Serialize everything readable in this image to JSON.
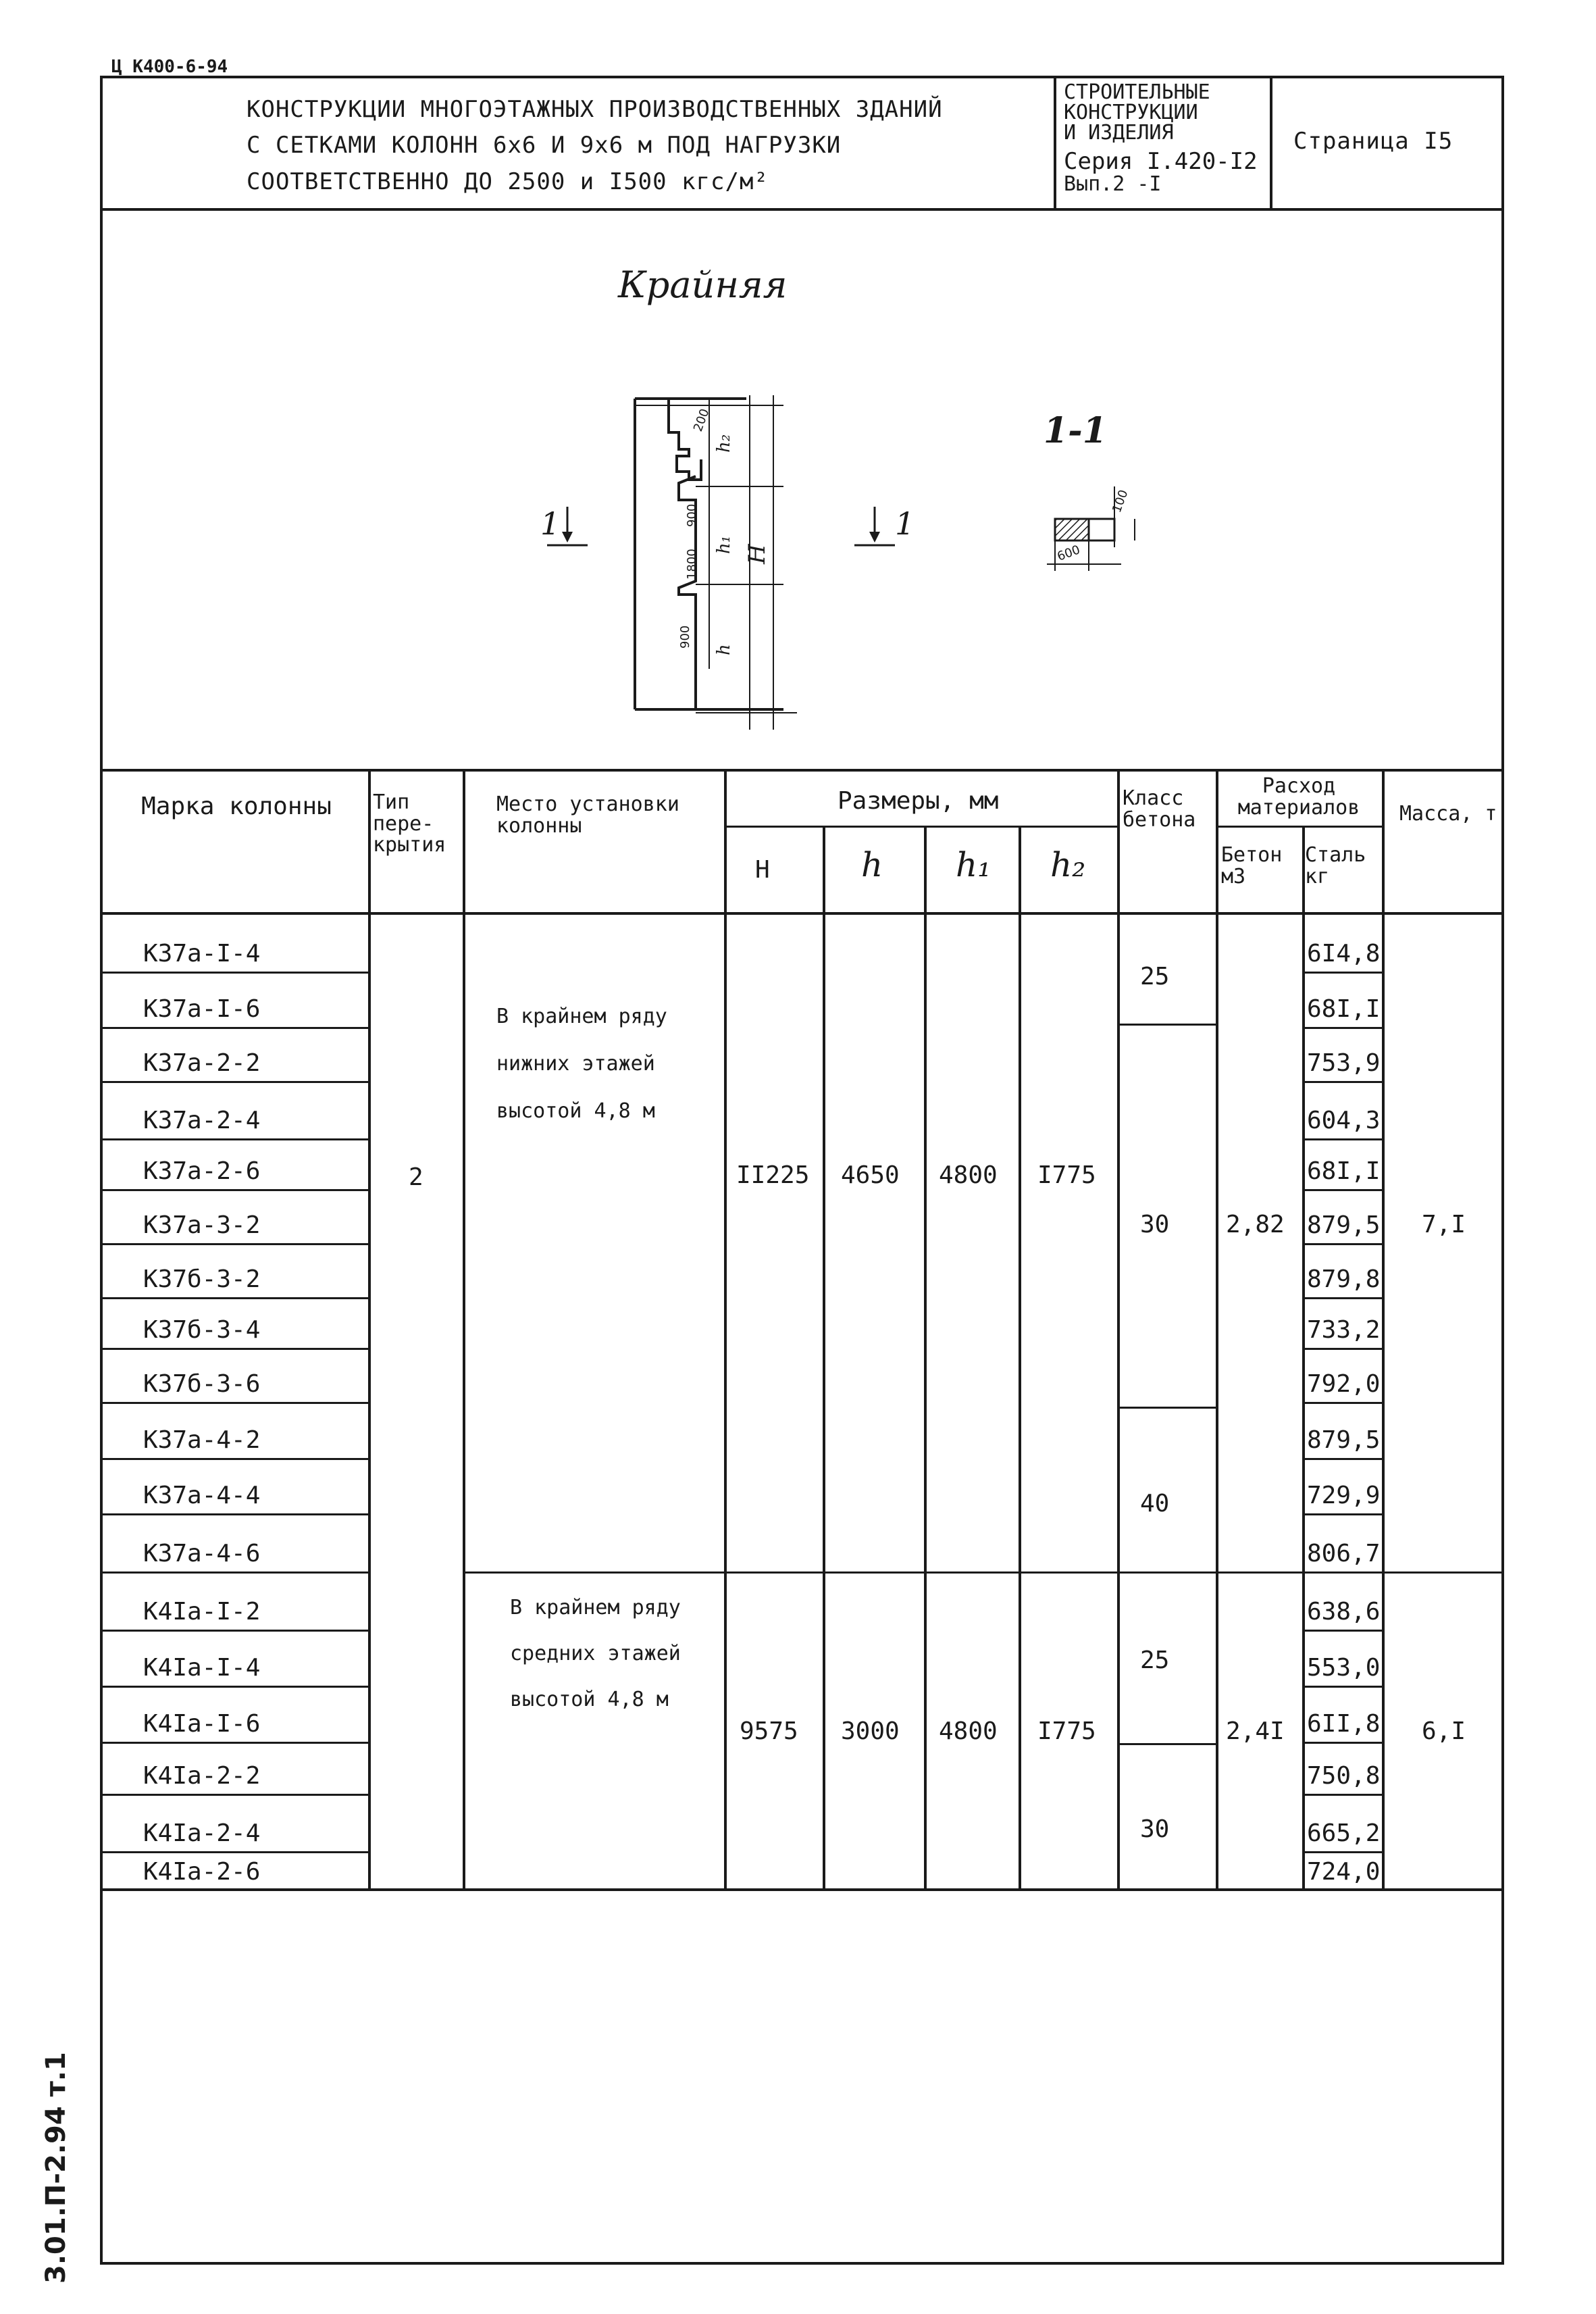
{
  "doc_code": "Ц К400-6-94",
  "header": {
    "title_lines": [
      "КОНСТРУКЦИИ МНОГОЭТАЖНЫХ ПРОИЗВОДСТВЕННЫХ ЗДАНИЙ",
      "С СЕТКАМИ КОЛОНН 6х6   И 9х6 м ПОД НАГРУЗКИ",
      "СООТВЕТСТВЕННО ДО 2500 и I500 кгс/м²"
    ],
    "series_lines": [
      "СТРОИТЕЛЬНЫЕ",
      "КОНСТРУКЦИИ",
      "И ИЗДЕЛИЯ",
      "Серия I.420-I2",
      "Вып.2 -I"
    ],
    "page_label": "Страница I5"
  },
  "drawing": {
    "title": "Крайняя",
    "section_label": "1-1",
    "cut_label_left": "1",
    "cut_label_right": "1",
    "dim_labels": [
      "h₂",
      "h₁",
      "H",
      "h",
      "200",
      "900",
      "1800",
      "900",
      "600",
      "100"
    ]
  },
  "table": {
    "headers": {
      "mark": "Марка колонны",
      "type": "Тип пере-крытия",
      "place": "Место установки колонны",
      "sizes": "Размеры, мм",
      "H": "Н",
      "h": "h",
      "h1": "h₁",
      "h2": "h₂",
      "class": "Класс бетона",
      "consumption": "Расход материалов",
      "concrete": "Бетон м3",
      "steel": "Сталь кг",
      "mass": "Масса, т"
    },
    "rows": [
      {
        "mark": "К37а-I-4",
        "steel": "6I4,8"
      },
      {
        "mark": "К37а-I-6",
        "steel": "68I,I"
      },
      {
        "mark": "К37а-2-2",
        "steel": "753,9"
      },
      {
        "mark": "К37а-2-4",
        "steel": "604,3"
      },
      {
        "mark": "К37а-2-6",
        "steel": "68I,I"
      },
      {
        "mark": "К37а-3-2",
        "steel": "879,5"
      },
      {
        "mark": "К37б-3-2",
        "steel": "879,8"
      },
      {
        "mark": "К37б-3-4",
        "steel": "733,2"
      },
      {
        "mark": "К37б-3-6",
        "steel": "792,0"
      },
      {
        "mark": "К37а-4-2",
        "steel": "879,5"
      },
      {
        "mark": "К37а-4-4",
        "steel": "729,9"
      },
      {
        "mark": "К37а-4-6",
        "steel": "806,7"
      },
      {
        "mark": "К4Iа-I-2",
        "steel": "638,6"
      },
      {
        "mark": "К4Iа-I-4",
        "steel": "553,0"
      },
      {
        "mark": "К4Iа-I-6",
        "steel": "6II,8"
      },
      {
        "mark": "К4Iа-2-2",
        "steel": "750,8"
      },
      {
        "mark": "К4Iа-2-4",
        "steel": "665,2"
      },
      {
        "mark": "К4Iа-2-6",
        "steel": "724,0"
      }
    ],
    "type_value": "2",
    "group1": {
      "place_lines": [
        "В крайнем ряду",
        "нижних этажей",
        "высотой 4,8 м"
      ],
      "H": "II225",
      "h": "4650",
      "h1": "4800",
      "h2": "I775",
      "classes": [
        "25",
        "30",
        "40"
      ],
      "concrete": "2,82",
      "mass": "7,I"
    },
    "group2": {
      "place_lines": [
        "В крайнем ряду",
        "средних этажей",
        "высотой 4,8 м"
      ],
      "H": "9575",
      "h": "3000",
      "h1": "4800",
      "h2": "I775",
      "classes": [
        "25",
        "30"
      ],
      "concrete": "2,4I",
      "mass": "6,I"
    }
  },
  "side_stamp": "3.01.П-2.94 т.1"
}
